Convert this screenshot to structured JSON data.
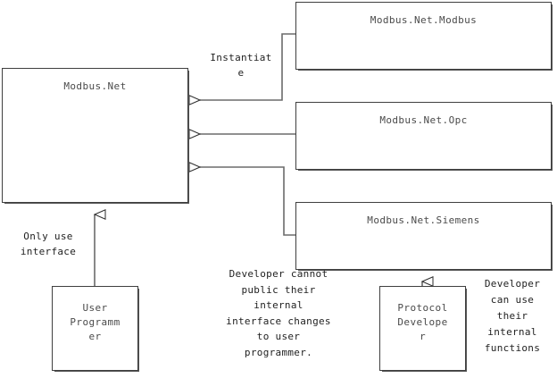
{
  "diagram": {
    "type": "uml-class-diagram",
    "background_color": "#ffffff",
    "line_color": "#555555",
    "box_border_color": "#3f3f3f",
    "box_text_color": "#4a4a4a",
    "label_text_color": "#222222",
    "boxes": {
      "core": {
        "title": "Modbus.Net"
      },
      "modbus": {
        "title": "Modbus.Net.Modbus"
      },
      "opc": {
        "title": "Modbus.Net.Opc"
      },
      "siemens": {
        "title": "Modbus.Net.Siemens"
      },
      "user_programmer": {
        "title": "User\nProgramm\ner"
      },
      "protocol_developer": {
        "title": "Protocol\nDevelope\nr"
      }
    },
    "labels": {
      "instantiate": "Instantiat\ne",
      "only_use_interface": "Only use\ninterface",
      "developer_cannot_public": "Developer cannot\npublic their\ninternal\ninterface changes\nto user\nprogrammer.",
      "developer_can_use": "Developer\ncan use\ntheir\ninternal\nfunctions"
    },
    "relations": [
      {
        "name": "modbus-realizes-core",
        "from": "Modbus.Net.Modbus",
        "to": "Modbus.Net",
        "kind": "realization",
        "label": "Instantiate"
      },
      {
        "name": "opc-realizes-core",
        "from": "Modbus.Net.Opc",
        "to": "Modbus.Net",
        "kind": "realization"
      },
      {
        "name": "siemens-realizes-core",
        "from": "Modbus.Net.Siemens",
        "to": "Modbus.Net",
        "kind": "realization"
      },
      {
        "name": "user-programmer-uses-core",
        "from": "User Programmer",
        "to": "Modbus.Net",
        "kind": "generalization",
        "label": "Only use interface"
      },
      {
        "name": "protocol-developer-uses-siemens",
        "from": "Protocol Developer",
        "to": "Modbus.Net.Siemens",
        "kind": "generalization"
      }
    ]
  }
}
